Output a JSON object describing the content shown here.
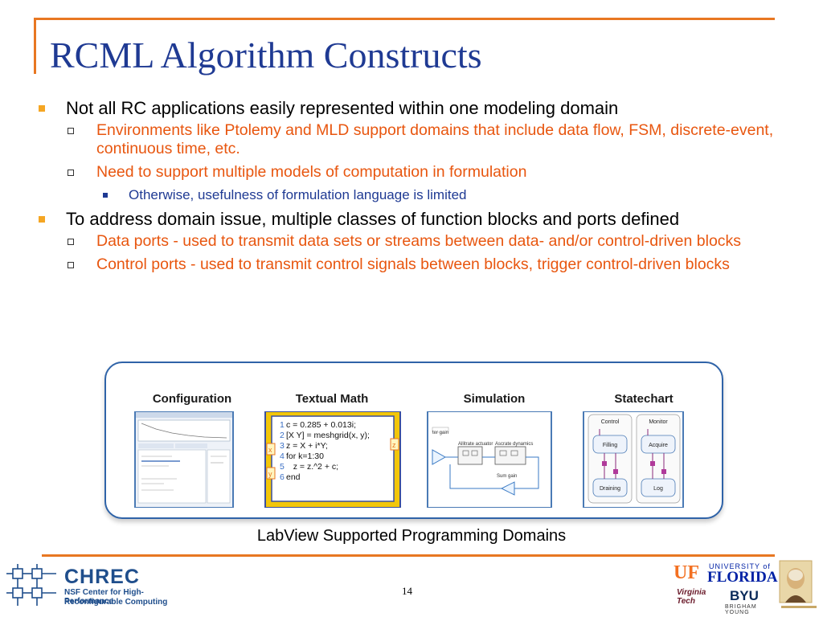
{
  "slide": {
    "title": "RCML Algorithm Constructs",
    "bullets": [
      {
        "level": 1,
        "text": "Not all RC applications easily represented within one modeling domain"
      },
      {
        "level": 2,
        "text": "Environments like Ptolemy and MLD support domains that include data flow, FSM, discrete-event, continuous time, etc."
      },
      {
        "level": 2,
        "text": "Need to support multiple models of computation in formulation"
      },
      {
        "level": 3,
        "text": "Otherwise, usefulness of formulation language is limited"
      },
      {
        "level": 1,
        "text": "To address domain issue, multiple classes of function blocks and ports defined"
      },
      {
        "level": 2,
        "text": "Data ports - used to transmit data sets or streams between data- and/or control-driven blocks"
      },
      {
        "level": 2,
        "text": "Control ports - used to transmit control signals between blocks, trigger control-driven blocks"
      }
    ],
    "figure": {
      "panels": {
        "configuration": "Configuration",
        "textual_math": "Textual Math",
        "simulation": "Simulation",
        "statechart": "Statechart"
      },
      "code_lines": [
        {
          "n": "1",
          "code": "c = 0.285 + 0.013i;"
        },
        {
          "n": "2",
          "code": "[X Y] = meshgrid(x, y);"
        },
        {
          "n": "3",
          "code": "z = X + i*Y;"
        },
        {
          "n": "4",
          "code": "for k=1:30"
        },
        {
          "n": "5",
          "code": "   z = z.^2 + c;"
        },
        {
          "n": "6",
          "code": "end"
        }
      ],
      "math_ports": {
        "x": "x",
        "y": "y",
        "z": "z"
      },
      "sim_labels": {
        "a": "ter gain",
        "b": "Allitrate actuator",
        "c": "Ascrate dynamics",
        "d": "Sum gain"
      },
      "state_cols": {
        "left": "Control",
        "right": "Monitor"
      },
      "states": {
        "filling": "Filling",
        "acquire": "Acquire",
        "draining": "Draining",
        "log": "Log"
      }
    },
    "caption": "LabView Supported Programming Domains",
    "page_number": "14"
  },
  "logos": {
    "chrec": {
      "name": "CHREC",
      "line1": "NSF Center for High-Performance",
      "line2": "Reconfigurable Computing"
    },
    "uf": {
      "mark": "UF",
      "university_of": "UNIVERSITY of",
      "florida": "FLORIDA"
    },
    "vt": {
      "line1": "Virginia",
      "line2": "Tech"
    },
    "byu": {
      "name": "BYU",
      "sub": "BRIGHAM YOUNG"
    }
  },
  "colors": {
    "accent_orange": "#e87722",
    "title_blue": "#1f3a93",
    "level2_orange": "#e8560f",
    "bullet_gold": "#f5a623"
  }
}
